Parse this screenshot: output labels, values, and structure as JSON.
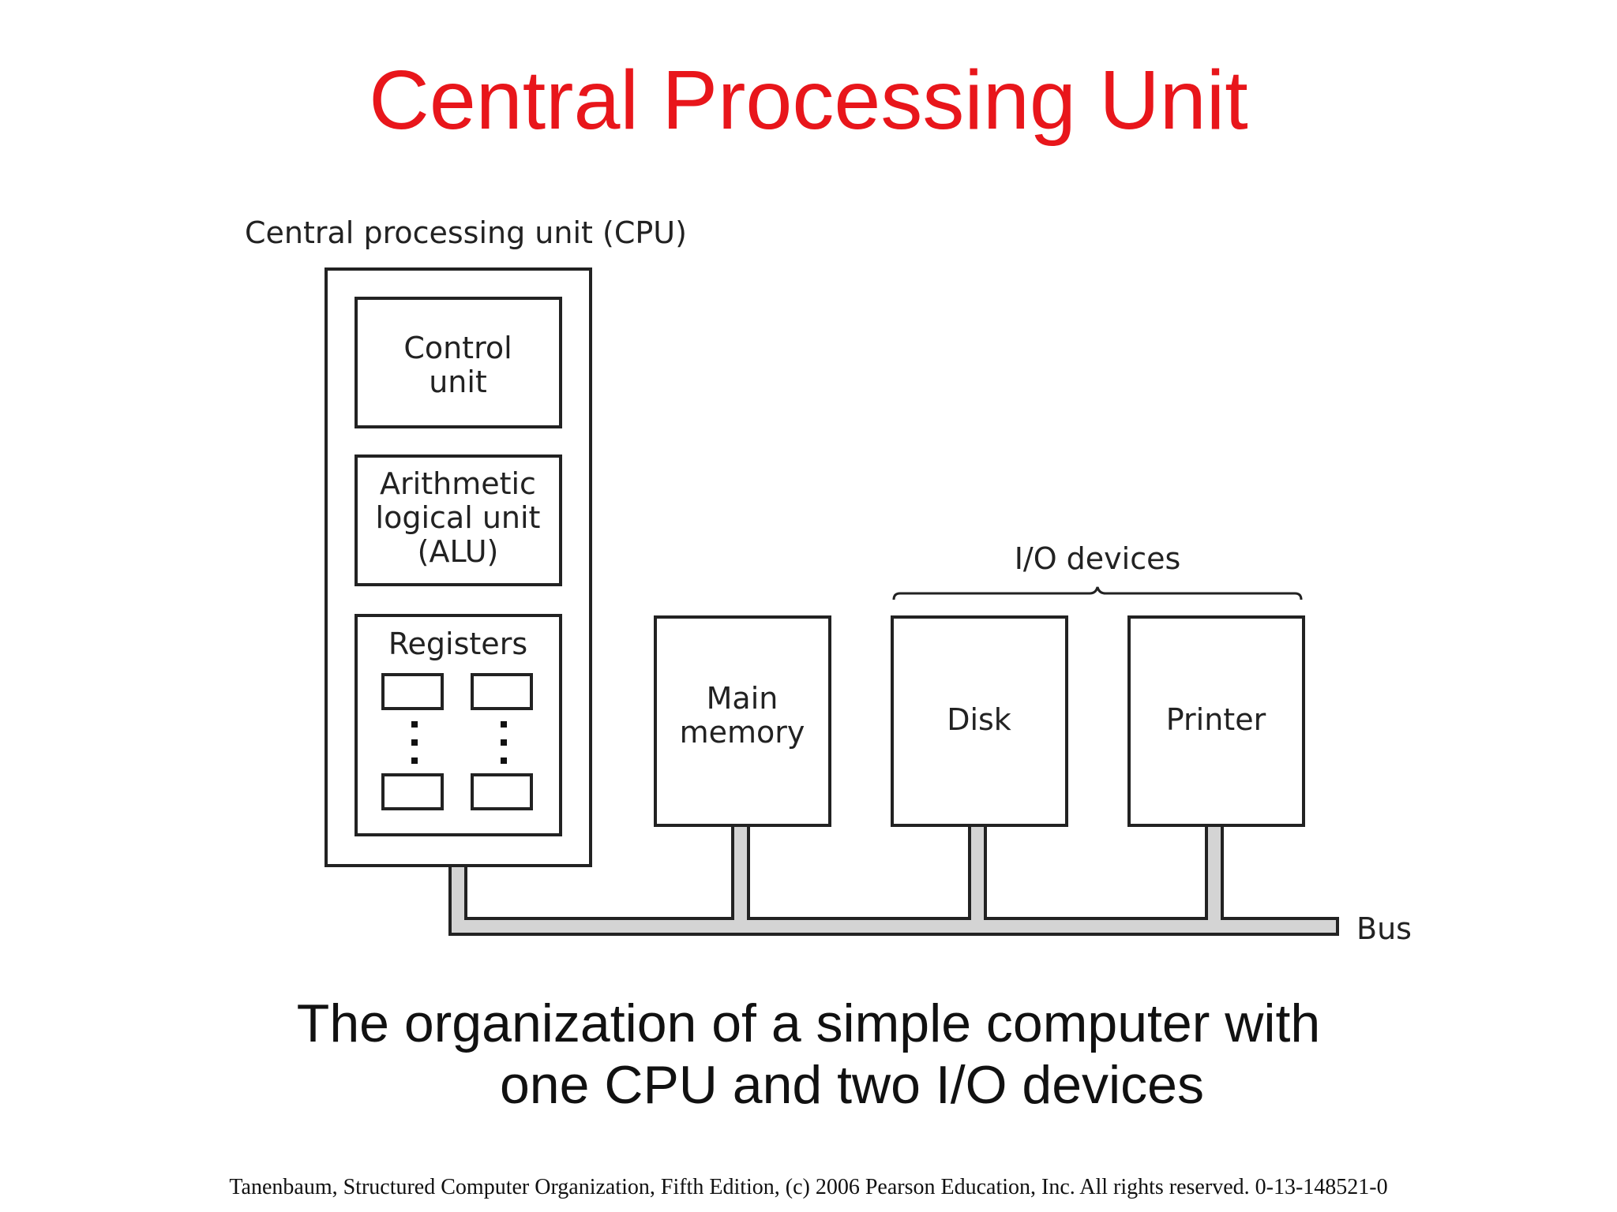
{
  "title": "Central Processing Unit",
  "diagram": {
    "cpu_label": "Central processing unit (CPU)",
    "control_unit": [
      "Control",
      "unit"
    ],
    "alu": [
      "Arithmetic",
      "logical unit",
      "(ALU)"
    ],
    "registers": "Registers",
    "main_memory": [
      "Main",
      "memory"
    ],
    "io_label": "I/O devices",
    "disk": "Disk",
    "printer": "Printer",
    "bus": "Bus"
  },
  "caption": {
    "line1": "The organization of a simple computer with",
    "line2": "one CPU and two I/O devices"
  },
  "credit": "Tanenbaum, Structured Computer Organization, Fifth Edition, (c) 2006 Pearson Education, Inc. All rights reserved. 0-13-148521-0"
}
